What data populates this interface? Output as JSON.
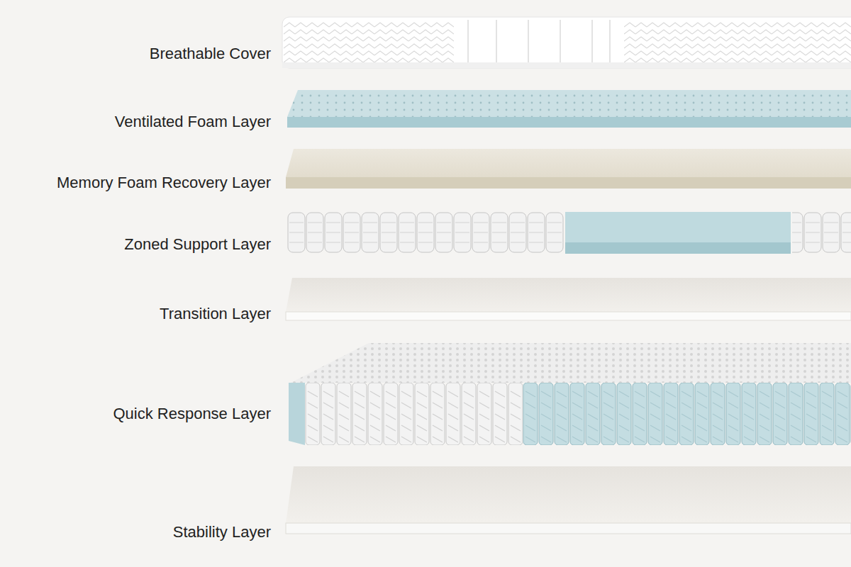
{
  "diagram": {
    "labels": [
      "Breathable Cover",
      "Ventilated Foam Layer",
      "Memory Foam Recovery Layer",
      "Zoned Support Layer",
      "Transition Layer",
      "Quick Response Layer",
      "Stability Layer"
    ]
  }
}
